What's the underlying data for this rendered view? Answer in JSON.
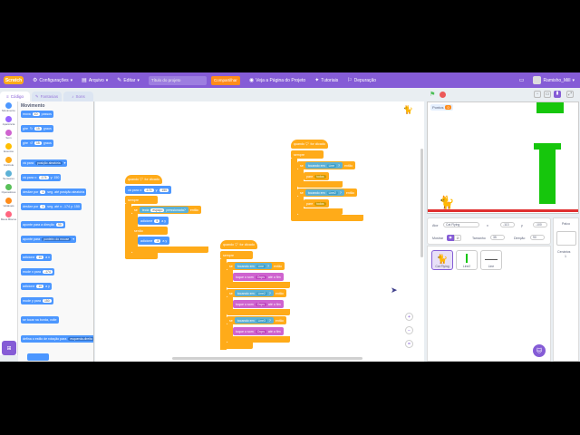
{
  "menu": {
    "logo": "Scratch",
    "settings": "Configurações",
    "file": "Arquivo",
    "edit": "Editar",
    "title_placeholder": "Título do projeto",
    "share": "Compartilhar",
    "project_page": "Veja a Página do Projeto",
    "tutorials": "Tutoriais",
    "debug": "Depuração",
    "username": "Ramisho_Mill"
  },
  "tabs": {
    "code": "Código",
    "costumes": "Fantasias",
    "sounds": "Sons"
  },
  "categories": [
    {
      "label": "Movimento",
      "color": "#4c97ff"
    },
    {
      "label": "Aparência",
      "color": "#9966ff"
    },
    {
      "label": "Som",
      "color": "#cf63cf"
    },
    {
      "label": "Eventos",
      "color": "#ffbf00"
    },
    {
      "label": "Controle",
      "color": "#ffab19"
    },
    {
      "label": "Sensores",
      "color": "#5cb1d6"
    },
    {
      "label": "Operadores",
      "color": "#59c059"
    },
    {
      "label": "Variáveis",
      "color": "#ff8c1a"
    },
    {
      "label": "Meus Blocos",
      "color": "#ff6680"
    }
  ],
  "palette": {
    "title": "Movimento",
    "blocks": [
      {
        "text": "mova",
        "value": "10",
        "suffix": "passos"
      },
      {
        "text": "gire",
        "value": "15",
        "suffix": "graus"
      },
      {
        "text": "gire",
        "value": "15",
        "suffix": "graus"
      },
      {
        "text": "vá para",
        "value": "posição aleatória",
        "suffix": ""
      },
      {
        "text": "vá para x:",
        "value": "-174",
        "suffix": "y: 150"
      },
      {
        "text": "deslize por",
        "value": "1",
        "suffix": "seg. até posição aleatória"
      },
      {
        "text": "deslize por",
        "value": "1",
        "suffix": "seg. até x: -174 y: 150"
      },
      {
        "text": "aponte para a direção",
        "value": "90",
        "suffix": ""
      },
      {
        "text": "aponte para",
        "value": "ponteiro do mouse",
        "suffix": ""
      },
      {
        "text": "adicione",
        "value": "10",
        "suffix": "a x"
      },
      {
        "text": "mude x para",
        "value": "-174",
        "suffix": ""
      },
      {
        "text": "adicione",
        "value": "10",
        "suffix": "a y"
      },
      {
        "text": "mude y para",
        "value": "150",
        "suffix": ""
      },
      {
        "text": "se tocar na borda, volte",
        "value": "",
        "suffix": ""
      },
      {
        "text": "defina o estilo de rotação para",
        "value": "esquerda-direita",
        "suffix": ""
      }
    ]
  },
  "scripts": {
    "s1": {
      "hat": "quando 🏳 for clicado",
      "goto": "vá para x:",
      "gx": "-174",
      "gy_label": "y:",
      "gy": "150",
      "forever": "sempre",
      "if_label": "se",
      "touch": "tecla",
      "key": "espaço",
      "pressed": "pressionada?",
      "then": "então",
      "addy1": "adicione",
      "addy1v": "5",
      "addy1s": "a y",
      "else": "senão",
      "addy2": "adicione",
      "addy2v": "-5",
      "addy2s": "a y"
    },
    "s2": {
      "hat": "quando 🏳 for clicado",
      "forever": "sempre",
      "if1": "se",
      "t1": "tocando em",
      "t1v": "Line",
      "then": "então",
      "stop1": "pare",
      "stop1v": "todos",
      "if2": "se",
      "t2": "tocando em",
      "t2v": "Line2",
      "stop2": "pare",
      "stop2v": "todos"
    },
    "s3": {
      "hat": "quando 🏳 for clicado",
      "forever": "sempre",
      "if1": "se",
      "t1": "tocando em",
      "t1v": "Line",
      "p1": "toque o som",
      "p1v": "Oops",
      "p1s": "até o fim",
      "if2": "se",
      "t2": "tocando em",
      "t2v": "Line2",
      "p2": "toque o som",
      "p2v": "Oops",
      "p2s": "até o fim",
      "if3": "se",
      "t3": "tocando em",
      "t3v": "Line3",
      "p3": "toque o som",
      "p3v": "Oops",
      "p3s": "até o fim",
      "then": "então"
    }
  },
  "zoom": {
    "in": "+",
    "out": "−",
    "reset": "="
  },
  "stage": {
    "score_label": "Pontos",
    "score_value": "0"
  },
  "sprite_info": {
    "sprite_label": "Ator",
    "sprite_name": "Cat Flying",
    "x_label": "x",
    "x_value": "-113",
    "y_label": "y",
    "y_value": "-100",
    "show_label": "Mostrar",
    "size_label": "Tamanho",
    "size_value": "35",
    "direction_label": "Direção",
    "direction_value": "90"
  },
  "sprites": [
    {
      "name": "Cat Flying"
    },
    {
      "name": "Line2"
    },
    {
      "name": "Line"
    }
  ],
  "stage_panel": {
    "title": "Palco",
    "backdrops_label": "Cenários",
    "backdrops_count": "1"
  }
}
